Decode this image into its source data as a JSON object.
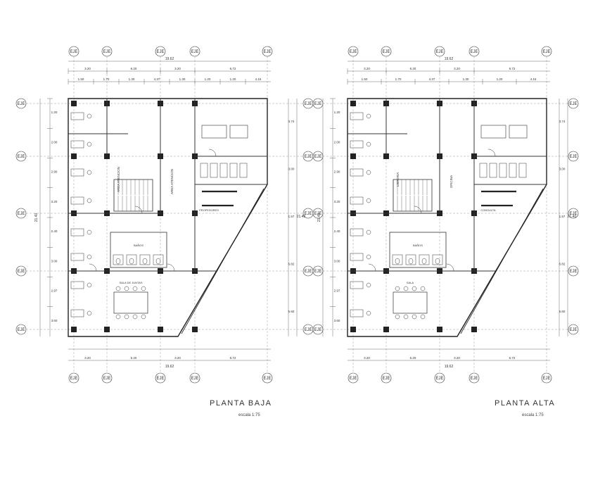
{
  "plans": [
    {
      "title": "PLANTA BAJA",
      "scale": "escala 1:75",
      "axis_tag": "EJE",
      "total_width": "19.62",
      "top_dims": [
        "3.20",
        "6.20",
        "3.20",
        "6.72"
      ],
      "upper_dims": [
        "1.50",
        "1.70",
        "1.30",
        "4.37",
        "1.30",
        "1.20",
        "1.20",
        "4.16"
      ],
      "left_dims": [
        "1.20",
        "2.00",
        "2.90",
        "3.20",
        "2.40",
        "3.00",
        "2.97",
        "3.60"
      ],
      "left_total": "21.40",
      "right_dims": [
        "3.74",
        "3.00",
        "1.57",
        "6.82",
        "5.60"
      ],
      "right_total": "21.40",
      "bottom_dims": [
        "3.20",
        "6.20",
        "3.20",
        "6.72"
      ],
      "bottom_total": "19.62",
      "rooms": [
        "AREA ATENCION",
        "AREA ATENCION",
        "PROFESORES",
        "SALA DE JUNTAS",
        "BAÑOS"
      ]
    },
    {
      "title": "PLANTA ALTA",
      "scale": "escala 1:75",
      "axis_tag": "EJE",
      "total_width": "19.62",
      "top_dims": [
        "3.20",
        "6.20",
        "3.20",
        "6.72"
      ],
      "upper_dims": [
        "1.50",
        "1.70",
        "4.37",
        "1.30",
        "1.20",
        "4.16"
      ],
      "left_dims": [
        "1.20",
        "2.00",
        "2.90",
        "3.20",
        "2.40",
        "3.00",
        "2.97",
        "3.60"
      ],
      "left_total": "21.40",
      "right_dims": [
        "3.74",
        "3.00",
        "1.57",
        "6.82",
        "5.60"
      ],
      "right_total": "21.40",
      "bottom_dims": [
        "3.20",
        "6.20",
        "3.20",
        "6.72"
      ],
      "bottom_total": "19.62",
      "rooms": [
        "LIBRERIA",
        "OFICINA",
        "CONSULTA",
        "SALA",
        "BAÑOS"
      ]
    }
  ]
}
